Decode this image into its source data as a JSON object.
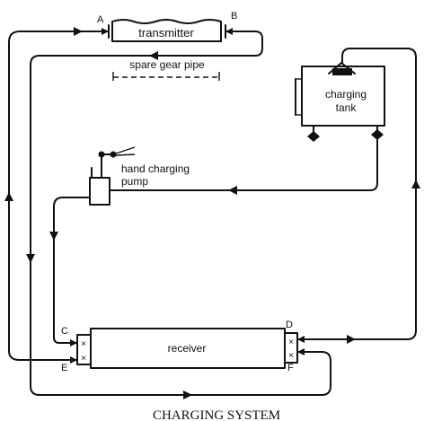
{
  "components": {
    "transmitter": "transmitter",
    "spare_gear_pipe": "spare gear pipe",
    "charging_tank": [
      "charging",
      "tank"
    ],
    "hand_charging_pump": [
      "hand charging",
      "pump"
    ],
    "receiver": "receiver"
  },
  "points": {
    "A": "A",
    "B": "B",
    "C": "C",
    "D": "D",
    "E": "E",
    "F": "F"
  },
  "caption": "CHARGING SYSTEM"
}
